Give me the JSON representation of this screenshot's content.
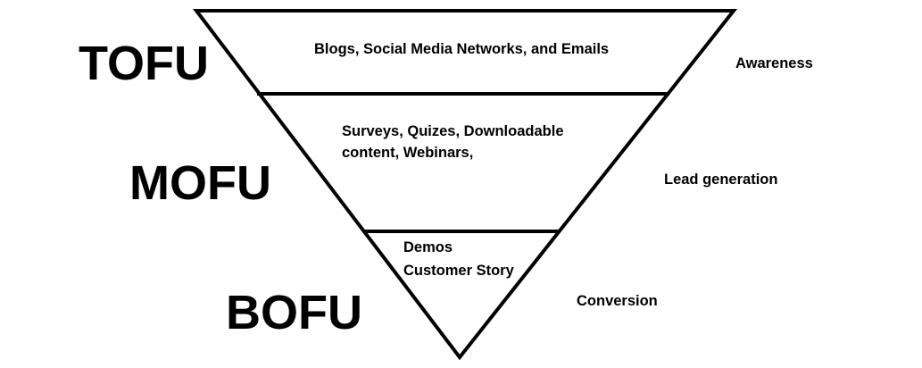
{
  "stages": [
    {
      "name": "TOFU",
      "content": "Blogs, Social Media Networks, and Emails",
      "goal": "Awareness"
    },
    {
      "name": "MOFU",
      "content_lines": [
        "Surveys, Quizes, Downloadable",
        "content, Webinars,"
      ],
      "goal": "Lead generation"
    },
    {
      "name": "BOFU",
      "content_lines": [
        "Demos",
        "Customer Story"
      ],
      "goal": "Conversion"
    }
  ]
}
